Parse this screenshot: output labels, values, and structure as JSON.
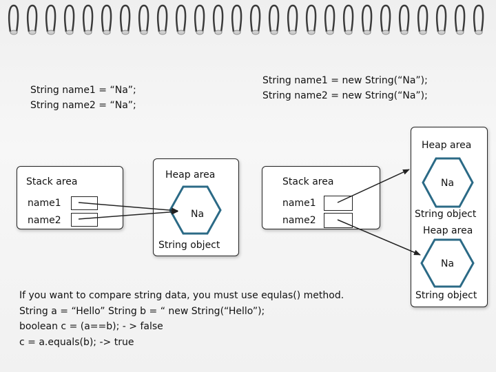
{
  "left_code": {
    "line1": "String name1 = “Na”;",
    "line2": "String name2 = “Na”;"
  },
  "right_code": {
    "line1": "String name1 = new String(“Na”);",
    "line2": "String name2 = new String(“Na”);"
  },
  "left_diagram": {
    "stack_title": "Stack area",
    "vars": [
      "name1",
      "name2"
    ],
    "heap_title": "Heap area",
    "object_value": "Na",
    "object_label": "String object"
  },
  "right_diagram": {
    "stack_title": "Stack area",
    "vars": [
      "name1",
      "name2"
    ],
    "heap_title": "Heap area",
    "objects": [
      {
        "value": "Na",
        "label": "String object",
        "heap_title": "Heap area"
      },
      {
        "value": "Na",
        "label": "String object"
      }
    ]
  },
  "note": {
    "lines": [
      "If you want to compare string data, you must use equlas() method.",
      "String a = “Hello” String b = “ new String(“Hello”);",
      "boolean c = (a==b); - > false",
      "c = a.equals(b); -> true"
    ]
  }
}
